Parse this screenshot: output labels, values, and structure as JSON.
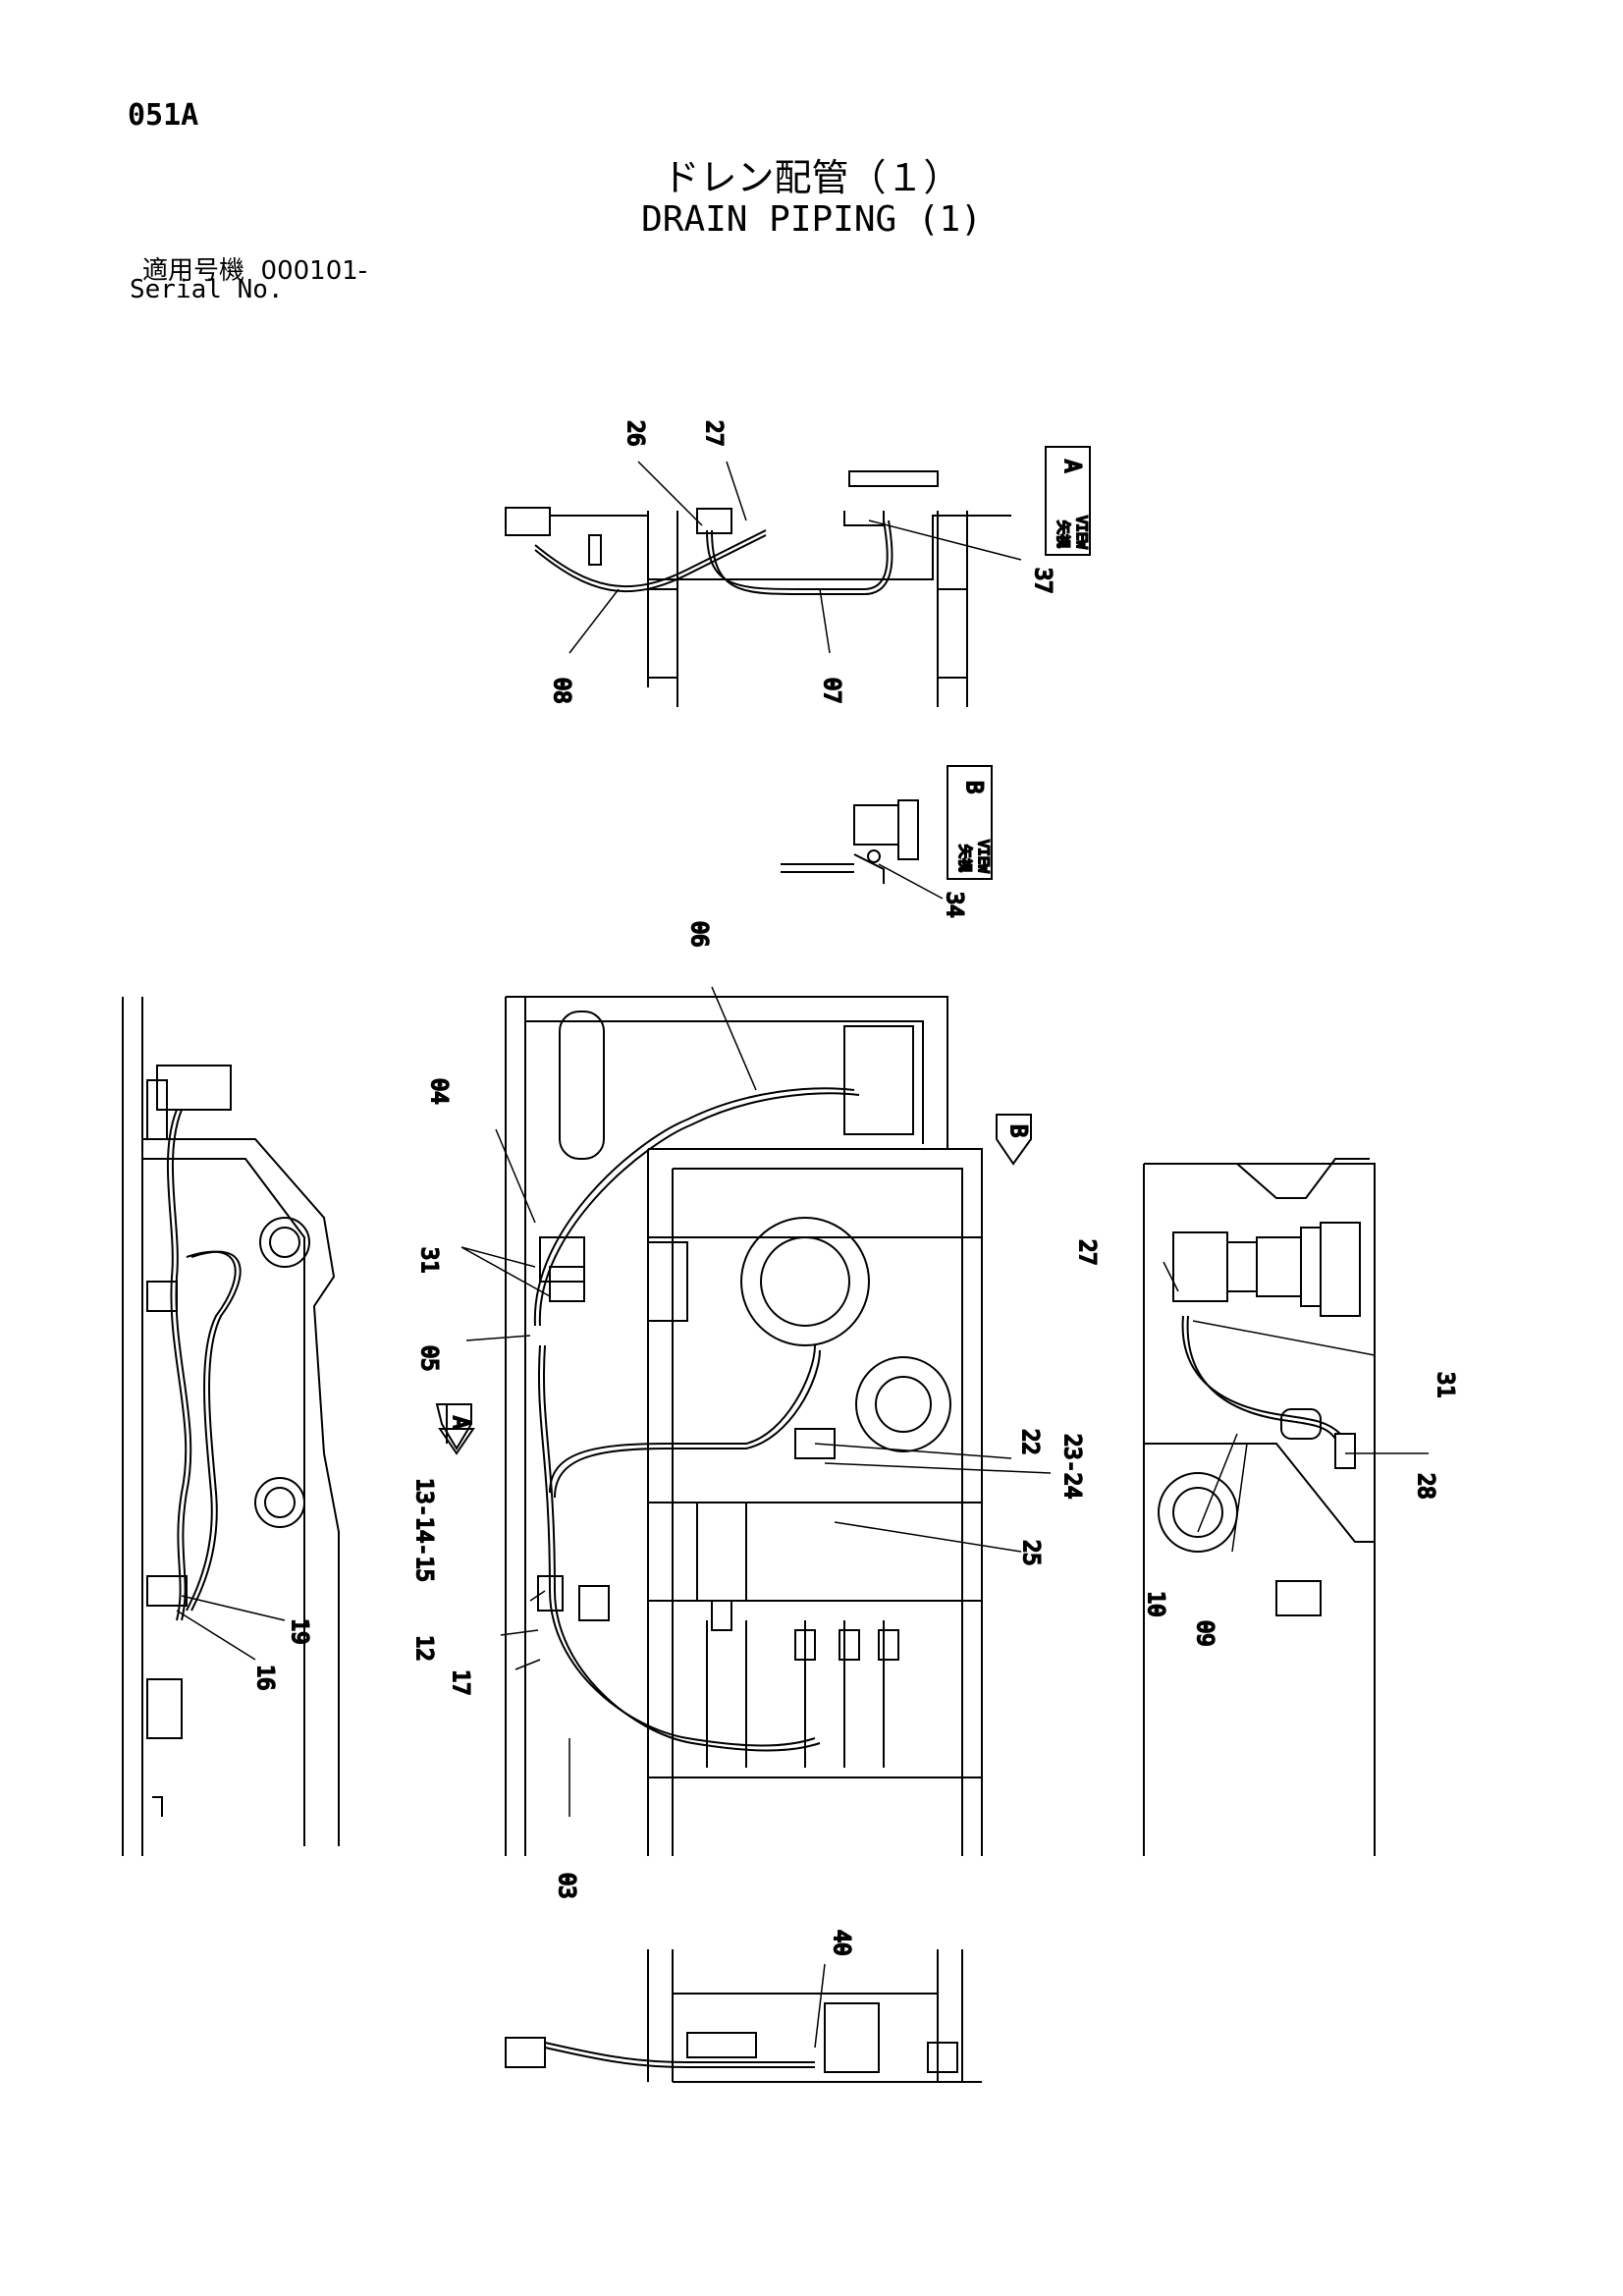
{
  "page_code": "051A",
  "title_jp": "ドレン配管（１）",
  "title_en": "DRAIN PIPING (1)",
  "serial": {
    "label_jp": "適用号機",
    "number": "000101-",
    "label_en": "Serial No."
  },
  "views": {
    "A": {
      "kanji": "矢視",
      "word": "VIEW",
      "letter": "A"
    },
    "B": {
      "kanji": "矢視",
      "word": "VIEW",
      "letter": "B"
    }
  },
  "callouts": {
    "c26": "26",
    "c27_top": "27",
    "c37": "37",
    "c08": "08",
    "c07": "07",
    "c34": "34",
    "c06": "06",
    "c04": "04",
    "c31_left": "31",
    "c05": "05",
    "c13_14_15": "13-14-15",
    "c12": "12",
    "c17": "17",
    "c03": "03",
    "c22": "22",
    "c23_24": "23-24",
    "c25": "25",
    "c19": "19",
    "c16": "16",
    "c27_right": "27",
    "c31_right": "31",
    "c28": "28",
    "c10": "10",
    "c09": "09",
    "c40": "40"
  },
  "arrows": {
    "a": "A",
    "b": "B"
  }
}
